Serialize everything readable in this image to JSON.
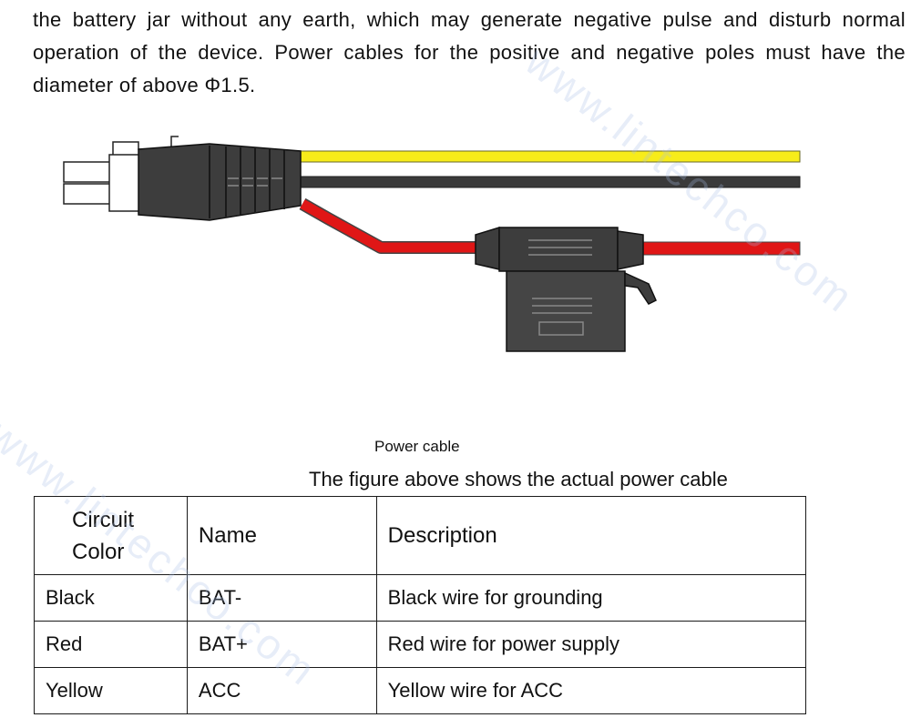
{
  "paragraph": {
    "lines": [
      "the battery jar without any earth, which may generate negative pulse and disturb normal",
      "operation of the device. Power cables for the positive and negative poles must have the",
      "diameter of above Φ1.5."
    ]
  },
  "figure": {
    "wire_colors": {
      "yellow": "#f7ec1a",
      "black": "#3a3a3a",
      "red": "#e01616"
    }
  },
  "caption": "Power cable",
  "subcaption": "The figure above shows the actual power cable",
  "table": {
    "headers": {
      "circuit_line1": "Circuit",
      "circuit_line2": "Color",
      "name": "Name",
      "description": "Description"
    },
    "rows": [
      {
        "color": "Black",
        "name": "BAT-",
        "description": "Black wire for grounding"
      },
      {
        "color": "Red",
        "name": "BAT+",
        "description": "Red wire for power supply"
      },
      {
        "color": "Yellow",
        "name": "ACC",
        "description": "Yellow wire for ACC"
      }
    ]
  },
  "watermark": "www.lintechco.com"
}
